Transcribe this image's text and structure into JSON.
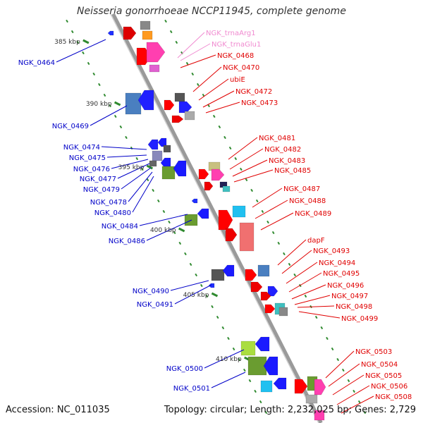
{
  "title": "Neisseria gonorrhoeae NCCP11945, complete genome",
  "footer": {
    "accession": "Accession: NC_011035",
    "summary": "Topology: circular; Length: 2,232,025 bp; Genes: 2,729"
  },
  "colors": {
    "backbone": "#8c8c8c",
    "tick": "#2f8a2f",
    "plus_label": "#e00000",
    "trna_label": "#f08ad0",
    "minus_label": "#0000c8"
  },
  "scale_labels": [
    "385 kbp",
    "390 kbp",
    "395 kbp",
    "400 kbp",
    "405 kbp",
    "410 kbp"
  ],
  "trna_genes": [
    "NGK_trnaArg1",
    "NGK_trnaGlu1"
  ],
  "plus_strand_genes": [
    "NGK_0468",
    "NGK_0470",
    "ubiE",
    "NGK_0472",
    "NGK_0473",
    "NGK_0481",
    "NGK_0482",
    "NGK_0483",
    "NGK_0485",
    "NGK_0487",
    "NGK_0488",
    "NGK_0489",
    "dapF",
    "NGK_0493",
    "NGK_0494",
    "NGK_0495",
    "NGK_0496",
    "NGK_0497",
    "NGK_0498",
    "NGK_0499",
    "NGK_0503",
    "NGK_0504",
    "NGK_0505",
    "NGK_0506",
    "NGK_0508"
  ],
  "minus_strand_genes": [
    "NGK_0464",
    "NGK_0469",
    "NGK_0474",
    "NGK_0475",
    "NGK_0476",
    "NGK_0477",
    "NGK_0479",
    "NGK_0478",
    "NGK_0480",
    "NGK_0484",
    "NGK_0486",
    "NGK_0490",
    "NGK_0491",
    "NGK_0500",
    "NGK_0501"
  ]
}
